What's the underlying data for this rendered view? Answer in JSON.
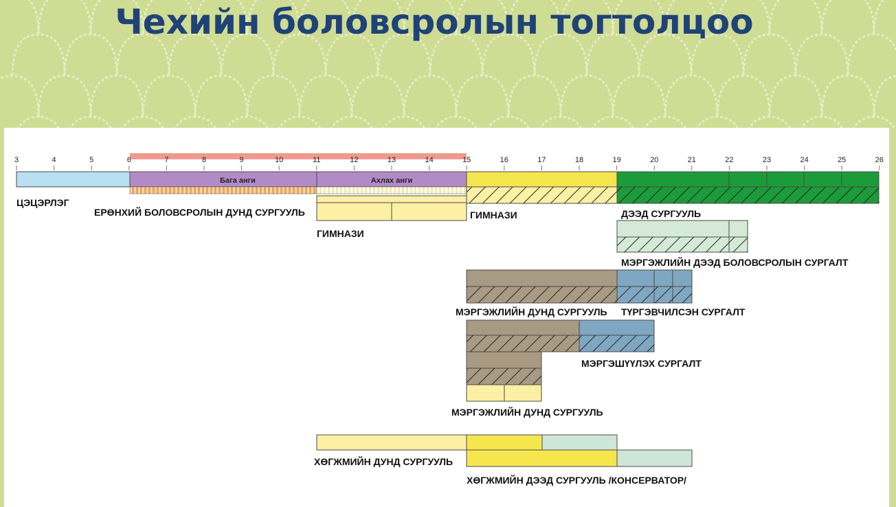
{
  "title": "Чехийн боловсролын тогтолцоо",
  "age_ticks": [
    "3",
    "4",
    "5",
    "6",
    "7",
    "8",
    "9",
    "10",
    "11",
    "12",
    "13",
    "14",
    "15",
    "16",
    "17",
    "18",
    "19",
    "20",
    "21",
    "22",
    "23",
    "24",
    "25",
    "26"
  ],
  "compulsory_range": [
    6,
    15
  ],
  "colors": {
    "title": "#1f4277",
    "header_bg": "#cfdc94",
    "preschool": "#b8dff2",
    "basic_school": "#b28bc6",
    "basic_school_stripe": "#e8a55f",
    "gymnasium": "#fbf0a4",
    "gymnasium_bright": "#f6e64e",
    "university": "#1c9b3a",
    "higher_professional": "#d4ead6",
    "secondary_vocational": "#a89a83",
    "follow_up": "#7fa7c1",
    "compulsory_band": "#f09a8f",
    "conservatory_light": "#cde6d8",
    "outline": "#4a4a4a"
  },
  "segments": {
    "lower": "Бага анги",
    "upper": "Ахлах анги"
  },
  "labels": {
    "preschool": "ЦЭЦЭРЛЭГ",
    "basic_school": "ЕРӨНХИЙ БОЛОВСРОЛЫН ДУНД СУРГУУЛЬ",
    "gym_long": "ГИМНАЗИ",
    "gym_upper": "ГИМНАЗИ",
    "university": "ДЭЭД СУРГУУЛЬ",
    "higher_prof": "МЭРГЭЖЛИЙН ДЭЭД БОЛОВСРОЛЫН СУРГАЛТ",
    "voc_secondary_1": "МЭРГЭЖЛИЙН ДУНД СУРГУУЛЬ",
    "shortened": "ТҮРГЭВЧИЛСЭН СУРГАЛТ",
    "follow_up": "МЭРГЭШҮҮЛЭХ СУРГАЛТ",
    "voc_secondary_2": "МЭРГЭЖЛИЙН ДУНД СУРГУУЛЬ",
    "music_secondary": "ХӨГЖМИЙН ДУНД СУРГУУЛЬ",
    "conservatory": "ХӨГЖМИЙН ДЭЭД СУРГУУЛЬ /КОНСЕРВАТОР/"
  },
  "icons": {
    "hatch": "diagonal-hatch-pattern",
    "stripes": "vertical-stripe-pattern",
    "header_pattern": "arch-lattice-pattern"
  }
}
